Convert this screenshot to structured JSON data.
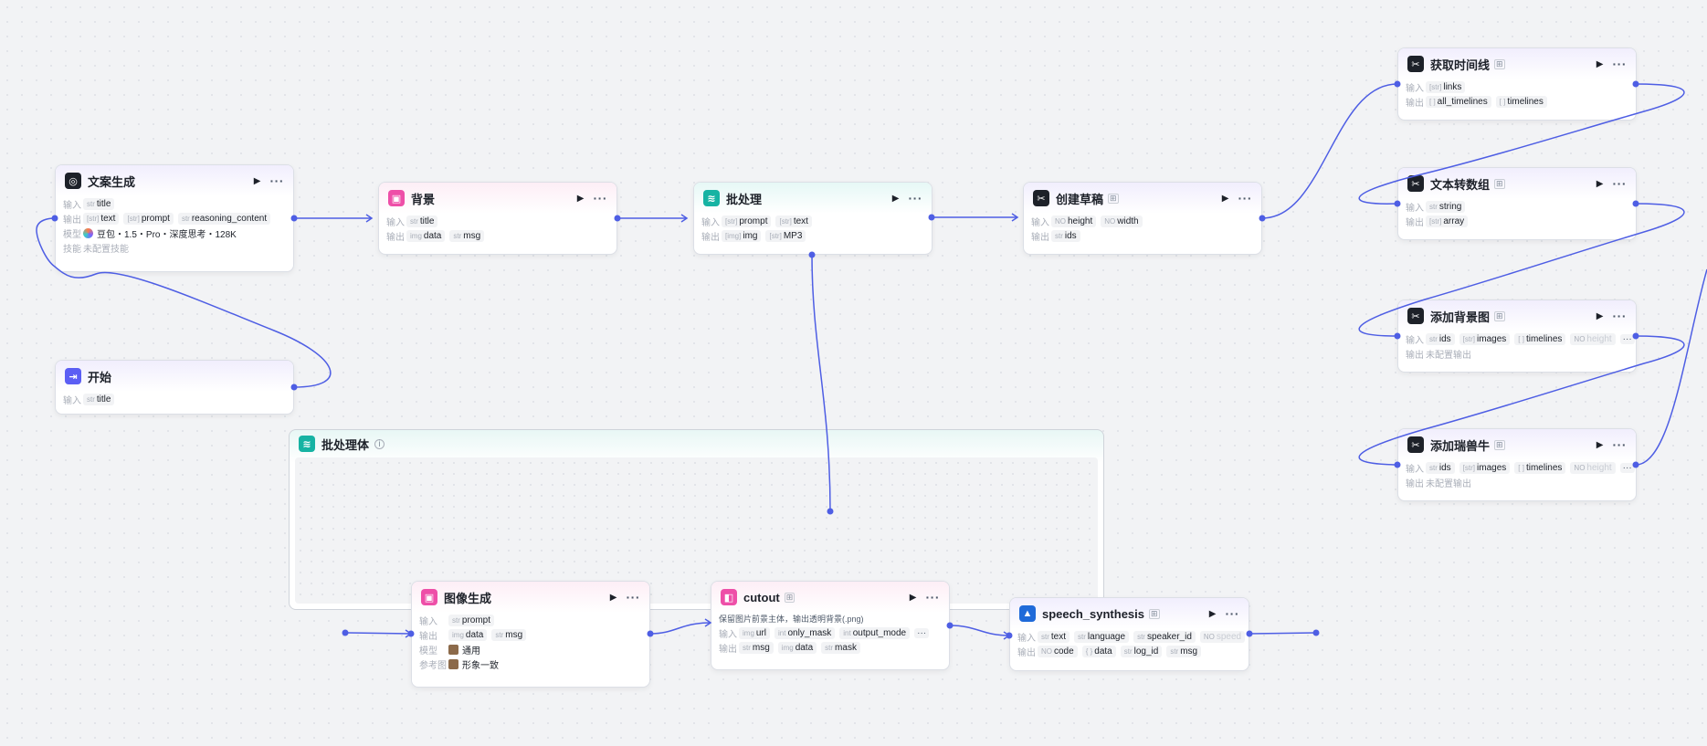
{
  "labels": {
    "input": "输入",
    "output": "输出",
    "model": "模型",
    "skill": "技能",
    "ref_image": "参考图",
    "no_output": "未配置输出",
    "no_skill": "未配置技能"
  },
  "nodes": {
    "copywriting": {
      "title": "文案生成",
      "inputs": [
        {
          "type": "str",
          "name": "title"
        }
      ],
      "outputs": [
        {
          "type": "[str]",
          "name": "text"
        },
        {
          "type": "[str]",
          "name": "prompt"
        },
        {
          "type": "str",
          "name": "reasoning_content"
        }
      ],
      "model": "豆包・1.5・Pro・深度思考・128K"
    },
    "start": {
      "title": "开始",
      "inputs": [
        {
          "type": "str",
          "name": "title"
        }
      ]
    },
    "background": {
      "title": "背景",
      "inputs": [
        {
          "type": "str",
          "name": "title"
        }
      ],
      "outputs": [
        {
          "type": "img",
          "name": "data"
        },
        {
          "type": "str",
          "name": "msg"
        }
      ]
    },
    "batch": {
      "title": "批处理",
      "inputs": [
        {
          "type": "[str]",
          "name": "prompt"
        },
        {
          "type": "[str]",
          "name": "text"
        }
      ],
      "outputs": [
        {
          "type": "[img]",
          "name": "img"
        },
        {
          "type": "[str]",
          "name": "MP3"
        }
      ]
    },
    "create_draft": {
      "title": "创建草稿",
      "inputs": [
        {
          "type": "NO",
          "name": "height"
        },
        {
          "type": "NO",
          "name": "width"
        }
      ],
      "outputs": [
        {
          "type": "str",
          "name": "ids"
        }
      ]
    },
    "get_timeline": {
      "title": "获取时间线",
      "inputs": [
        {
          "type": "[str]",
          "name": "links"
        }
      ],
      "outputs": [
        {
          "type": "[ ]",
          "name": "all_timelines"
        },
        {
          "type": "[ ]",
          "name": "timelines"
        }
      ]
    },
    "text_to_array": {
      "title": "文本转数组",
      "inputs": [
        {
          "type": "str",
          "name": "string"
        }
      ],
      "outputs": [
        {
          "type": "[str]",
          "name": "array"
        }
      ]
    },
    "add_bg_image": {
      "title": "添加背景图",
      "inputs": [
        {
          "type": "str",
          "name": "ids"
        },
        {
          "type": "[str]",
          "name": "images"
        },
        {
          "type": "[ ]",
          "name": "timelines"
        },
        {
          "type": "NO",
          "name": "height"
        }
      ]
    },
    "add_ruishouniu": {
      "title": "添加瑞兽牛",
      "inputs": [
        {
          "type": "str",
          "name": "ids"
        },
        {
          "type": "[str]",
          "name": "images"
        },
        {
          "type": "[ ]",
          "name": "timelines"
        },
        {
          "type": "NO",
          "name": "height"
        }
      ]
    },
    "batch_body": {
      "title": "批处理体"
    },
    "image_gen": {
      "title": "图像生成",
      "inputs": [
        {
          "type": "str",
          "name": "prompt"
        }
      ],
      "outputs": [
        {
          "type": "img",
          "name": "data"
        },
        {
          "type": "str",
          "name": "msg"
        }
      ],
      "model": "通用",
      "ref": "形象一致"
    },
    "cutout": {
      "title": "cutout",
      "description": "保留图片前景主体，输出透明背景(.png)",
      "inputs": [
        {
          "type": "img",
          "name": "url"
        },
        {
          "type": "int",
          "name": "only_mask"
        },
        {
          "type": "int",
          "name": "output_mode"
        }
      ],
      "outputs": [
        {
          "type": "str",
          "name": "msg"
        },
        {
          "type": "img",
          "name": "data"
        },
        {
          "type": "str",
          "name": "mask"
        }
      ]
    },
    "speech_synthesis": {
      "title": "speech_synthesis",
      "inputs": [
        {
          "type": "str",
          "name": "text"
        },
        {
          "type": "str",
          "name": "language"
        },
        {
          "type": "str",
          "name": "speaker_id"
        },
        {
          "type": "NO",
          "name": "speed"
        }
      ],
      "outputs": [
        {
          "type": "NO",
          "name": "code"
        },
        {
          "type": "{ }",
          "name": "data"
        },
        {
          "type": "str",
          "name": "log_id"
        },
        {
          "type": "str",
          "name": "msg"
        }
      ]
    }
  },
  "icons": {
    "copywriting": "llm-icon",
    "start": "start-icon",
    "background": "image-icon",
    "batch": "batch-icon",
    "plugin": "plugin-icon",
    "speech": "speech-icon"
  },
  "colors": {
    "edge": "#4e5ee4",
    "accent_pink": "#ee4fa8",
    "accent_teal": "#16b3a3",
    "accent_indigo": "#5b5ef4"
  }
}
